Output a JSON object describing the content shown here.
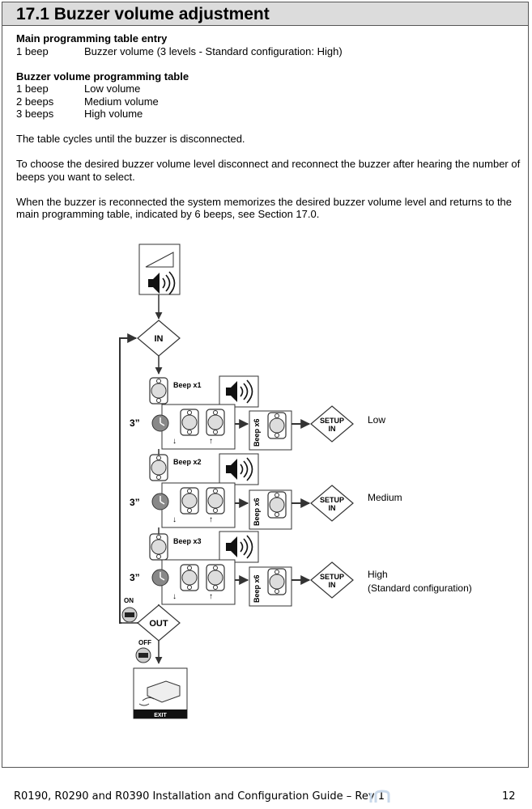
{
  "title": "17.1 Buzzer volume adjustment",
  "main_entry": {
    "heading": "Main programming table entry",
    "rows": [
      {
        "beeps": "1 beep",
        "desc": "Buzzer volume (3 levels - Standard configuration: High)"
      }
    ]
  },
  "volume_table": {
    "heading": "Buzzer volume programming table",
    "rows": [
      {
        "beeps": "1 beep",
        "desc": "Low volume"
      },
      {
        "beeps": "2 beeps",
        "desc": "Medium volume"
      },
      {
        "beeps": "3 beeps",
        "desc": "High volume"
      }
    ]
  },
  "paragraphs": [
    "The table cycles until the buzzer is disconnected.",
    "To choose the desired buzzer volume level disconnect and reconnect the buzzer after hearing the number of beeps you want to select.",
    "When the buzzer is reconnected the system memorizes the desired buzzer volume level and returns to the main programming table, indicated by 6 beeps, see Section 17.0."
  ],
  "diagram": {
    "in_label": "IN",
    "out_label": "OUT",
    "on_label": "ON",
    "off_label": "OFF",
    "exit_label": "EXIT",
    "setup_line1": "SETUP",
    "setup_line2": "IN",
    "time_label": "3”",
    "beep_x6_label": "Beep x6",
    "levels": [
      {
        "beep_label": "Beep x1",
        "result": "Low",
        "result2": ""
      },
      {
        "beep_label": "Beep x2",
        "result": "Medium",
        "result2": ""
      },
      {
        "beep_label": "Beep x3",
        "result": "High",
        "result2": "(Standard configuration)"
      }
    ]
  },
  "footer": {
    "text": "R0190, R0290 and R0390 Installation and Configuration Guide – Rev 1",
    "page": "12"
  }
}
